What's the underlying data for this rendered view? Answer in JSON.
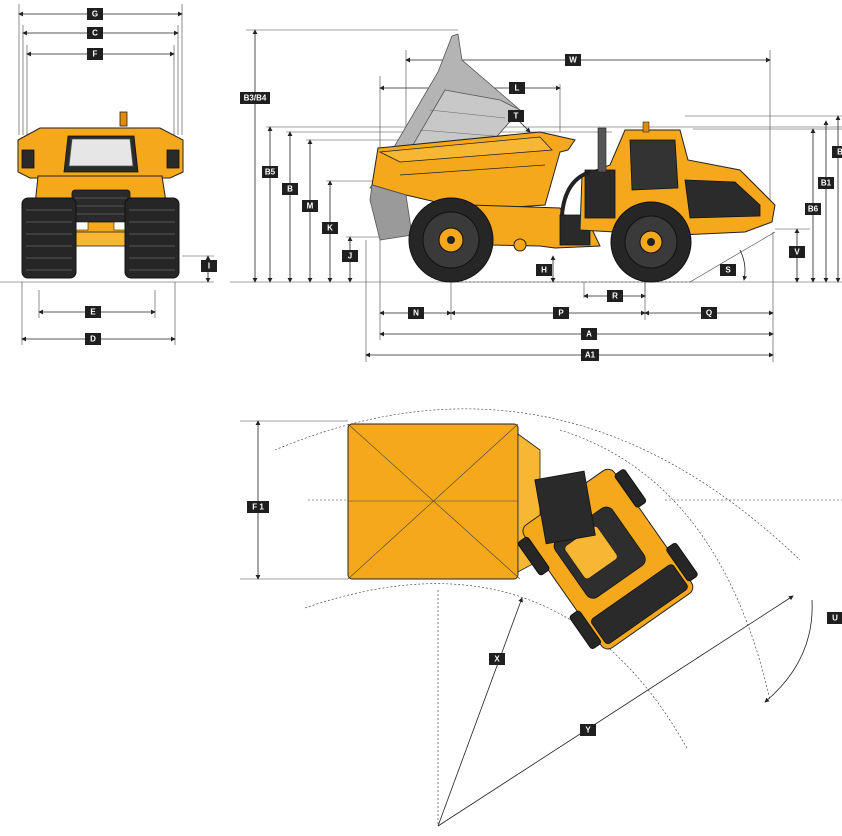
{
  "colors": {
    "machine_yellow": "#f5a81c",
    "tag_bg": "#1f1f1f",
    "dark_parts": "#2a2a2a",
    "raised_body": "#a9a9a9"
  },
  "front_view": {
    "labels": {
      "G": "G",
      "C": "C",
      "F": "F",
      "I": "I",
      "E": "E",
      "D": "D"
    }
  },
  "side_view": {
    "labels": {
      "W": "W",
      "L": "L",
      "T": "T",
      "B3B4": "B3/B4",
      "B5": "B5",
      "B": "B",
      "M": "M",
      "K": "K",
      "J": "J",
      "H": "H",
      "B1": "B1",
      "B6": "B6",
      "B_right": "B",
      "V": "V",
      "S": "S",
      "R": "R",
      "N": "N",
      "P": "P",
      "Q": "Q",
      "A": "A",
      "A1": "A1"
    }
  },
  "turning_view": {
    "labels": {
      "F1": "F 1",
      "X": "X",
      "Y": "Y",
      "U": "U"
    }
  }
}
